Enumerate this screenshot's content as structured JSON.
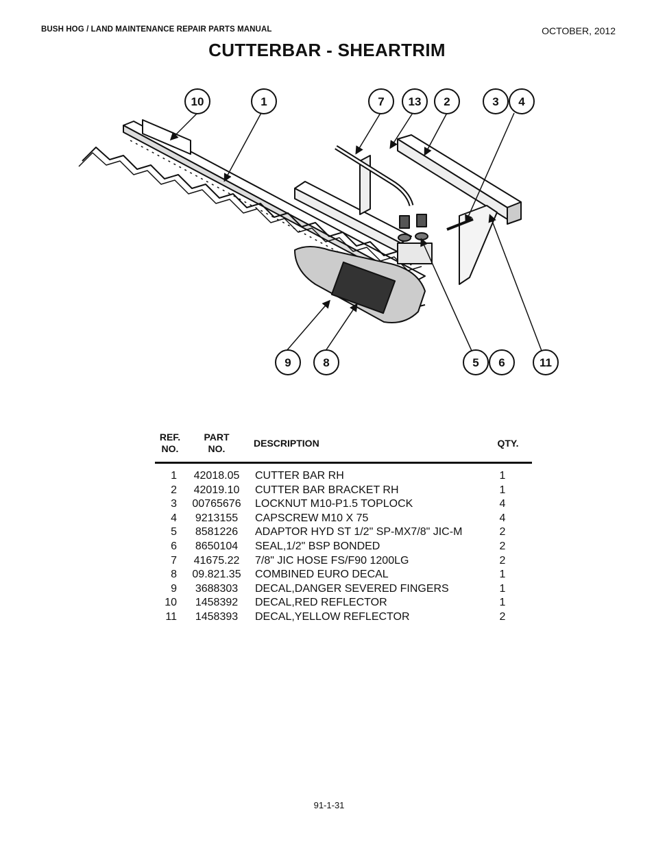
{
  "header": {
    "manual_title": "BUSH HOG / LAND MAINTENANCE REPAIR PARTS MANUAL",
    "date": "OCTOBER, 2012"
  },
  "page_title": "CUTTERBAR - SHEARTRIM",
  "diagram": {
    "callouts": [
      "10",
      "1",
      "7",
      "13",
      "2",
      "3",
      "4",
      "9",
      "8",
      "5",
      "6",
      "11"
    ]
  },
  "parts_table": {
    "headers": {
      "ref_line1": "REF.",
      "ref_line2": "NO.",
      "part_line1": "PART",
      "part_line2": "NO.",
      "description": "DESCRIPTION",
      "qty": "QTY."
    },
    "rows": [
      {
        "ref": "1",
        "part": "42018.05",
        "description": "CUTTER BAR RH",
        "qty": "1"
      },
      {
        "ref": "2",
        "part": "42019.10",
        "description": "CUTTER BAR BRACKET RH",
        "qty": "1"
      },
      {
        "ref": "3",
        "part": "00765676",
        "description": "LOCKNUT M10-P1.5 TOPLOCK",
        "qty": "4"
      },
      {
        "ref": "4",
        "part": "9213155",
        "description": "CAPSCREW M10 X 75",
        "qty": "4"
      },
      {
        "ref": "5",
        "part": "8581226",
        "description": "ADAPTOR HYD ST 1/2\" SP-MX7/8\" JIC-M",
        "qty": "2"
      },
      {
        "ref": "6",
        "part": "8650104",
        "description": "SEAL,1/2\" BSP BONDED",
        "qty": "2"
      },
      {
        "ref": "7",
        "part": "41675.22",
        "description": "7/8\" JIC HOSE FS/F90 1200LG",
        "qty": "2"
      },
      {
        "ref": "8",
        "part": "09.821.35",
        "description": "COMBINED EURO DECAL",
        "qty": "1"
      },
      {
        "ref": "9",
        "part": "3688303",
        "description": "DECAL,DANGER SEVERED FINGERS",
        "qty": "1"
      },
      {
        "ref": "10",
        "part": "1458392",
        "description": "DECAL,RED REFLECTOR",
        "qty": "1"
      },
      {
        "ref": "11",
        "part": "1458393",
        "description": "DECAL,YELLOW REFLECTOR",
        "qty": "2"
      }
    ]
  },
  "footer": {
    "page_number": "91-1-31"
  }
}
